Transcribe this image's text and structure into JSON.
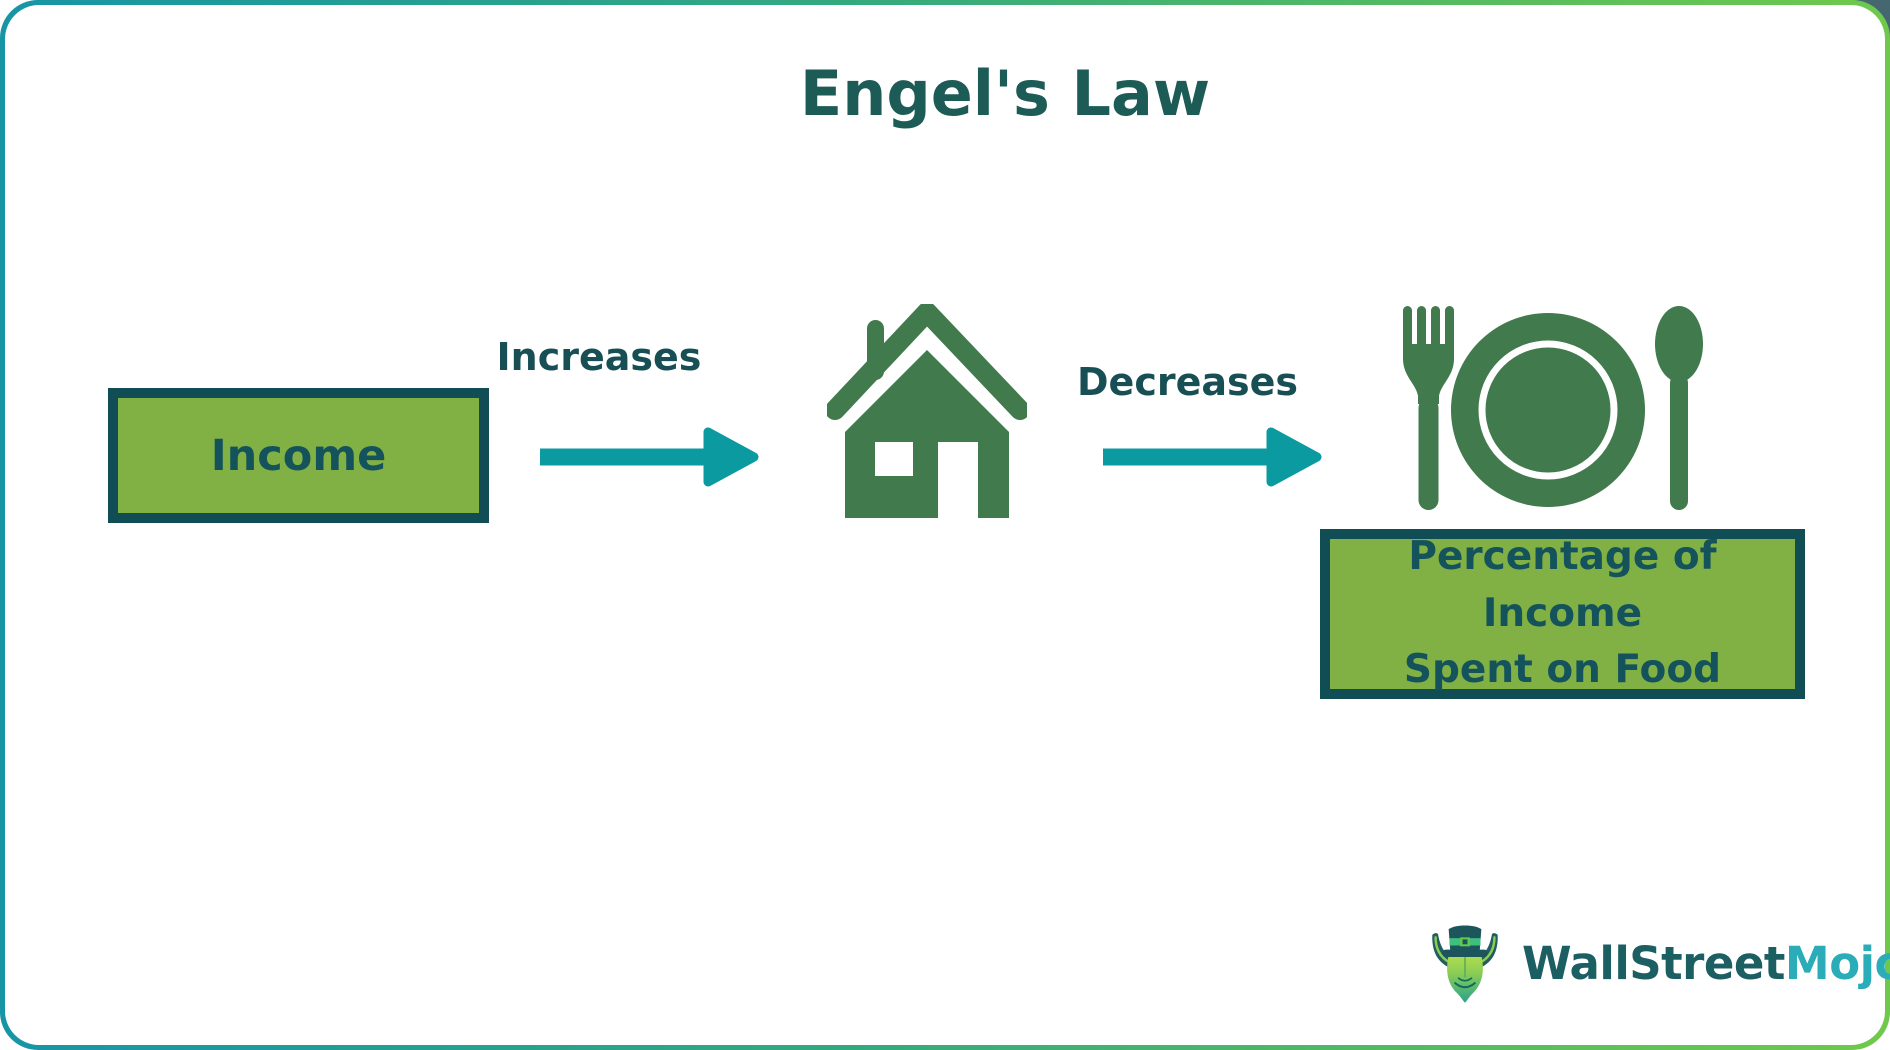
{
  "page": {
    "title": "Engel's Law"
  },
  "flow": {
    "income_box": {
      "label": "Income"
    },
    "increase_label": "Increases",
    "decrease_label": "Decreases",
    "food_box": {
      "lines": [
        "Percentage of Income",
        "Spent on Food"
      ]
    }
  },
  "icons": {
    "house": "house-icon",
    "food": "plate-with-cutlery-icon",
    "arrow": "arrow-right-icon",
    "mascot": "bull-mascot-icon"
  },
  "logo": {
    "name_primary": "WallStreet",
    "name_accent": "Mojo"
  },
  "colors": {
    "border_gradient_start": "#1795a5",
    "border_gradient_end": "#6ec94b",
    "box_fill": "#81b045",
    "box_border": "#114d55",
    "arrow": "#0c9aa1",
    "icon_green": "#417a4c",
    "title_text": "#1d5b56",
    "label_text": "#174f54",
    "logo_primary": "#1c5f63",
    "logo_accent": "#2aacb9"
  }
}
